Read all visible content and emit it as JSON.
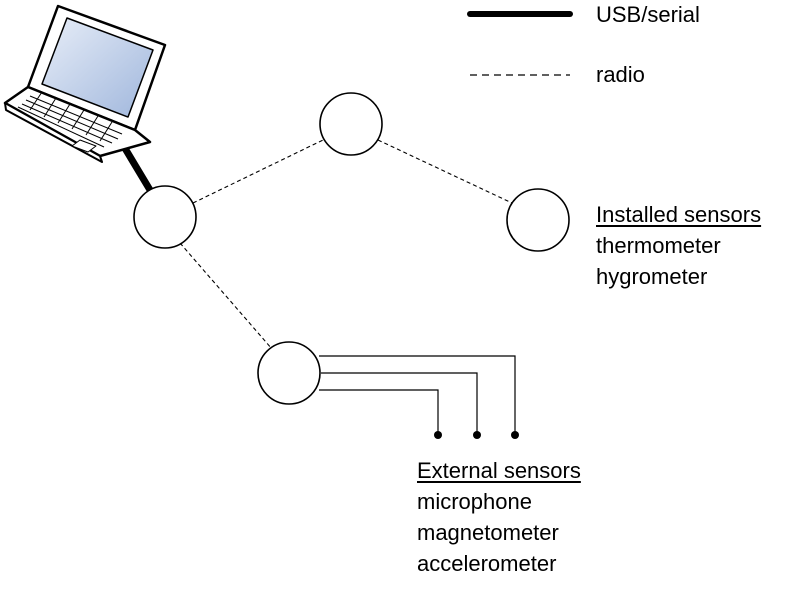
{
  "legend": {
    "usb_label": "USB/serial",
    "radio_label": "radio"
  },
  "installed_sensors": {
    "heading": "Installed sensors",
    "items": [
      "thermometer",
      "hygrometer"
    ]
  },
  "external_sensors": {
    "heading": "External sensors",
    "items": [
      "microphone",
      "magnetometer",
      "accelerometer"
    ]
  },
  "colors": {
    "line": "#000000",
    "laptop_screen": "#b4c8e6",
    "background": "#ffffff"
  },
  "icons": {
    "computer": "laptop-icon"
  }
}
